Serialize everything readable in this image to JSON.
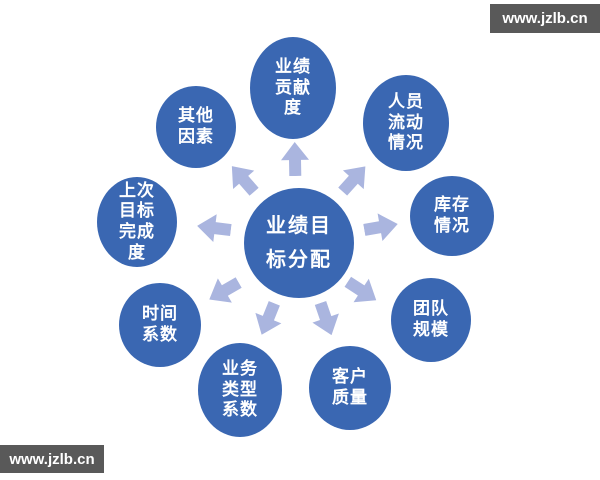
{
  "theme": {
    "background": "#ffffff",
    "node-color": "#3a67b2",
    "node-text-color": "#ffffff",
    "arrow-color": "#aab5df",
    "watermark-bg": "#595959",
    "watermark-text-color": "#ffffff"
  },
  "watermark": {
    "text": "www.jzlb.cn"
  },
  "diagram": {
    "type": "radial-diverging",
    "center_node": {
      "label": "业绩目\n标分配"
    },
    "nodes": [
      {
        "label": "业绩\n贡献\n度"
      },
      {
        "label": "人员\n流动\n情况"
      },
      {
        "label": "库存\n情况"
      },
      {
        "label": "团队\n规模"
      },
      {
        "label": "客户\n质量"
      },
      {
        "label": "业务\n类型\n系数"
      },
      {
        "label": "时间\n系数"
      },
      {
        "label": "上次\n目标\n完成\n度"
      },
      {
        "label": "其他\n因素"
      }
    ],
    "arrows": [
      "up",
      "upper-right",
      "right",
      "lower-right",
      "down-right",
      "down-left",
      "lower-left",
      "left",
      "upper-left"
    ]
  }
}
